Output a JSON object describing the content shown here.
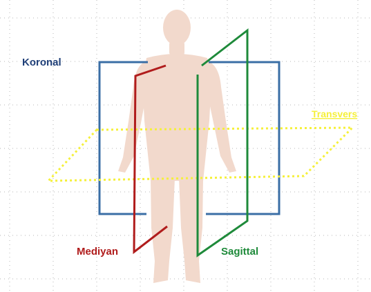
{
  "labels": {
    "koronal": "Koronal",
    "transvers": "Transvers",
    "mediyan": "Mediyan",
    "sagittal": "Sagittal"
  },
  "colors": {
    "background": "#ffffff",
    "grid": "#b4b4b4",
    "body": "#f2d9cc",
    "koronal": "#3a6ea5",
    "koronal_label": "#1f3f78",
    "transvers": "#f5f03a",
    "mediyan": "#b01c1c",
    "sagittal": "#1e8a3a"
  }
}
